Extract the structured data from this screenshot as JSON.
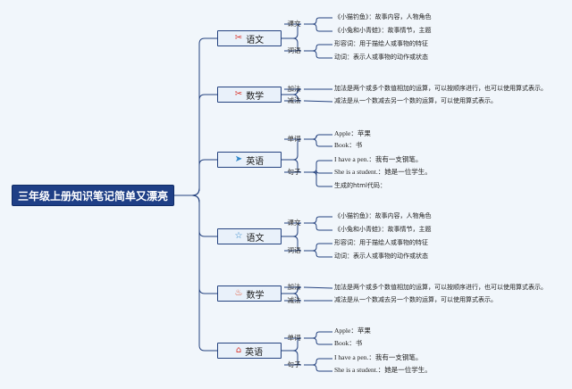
{
  "root": {
    "title": "三年级上册知识笔记简单又漂亮"
  },
  "branches": [
    {
      "label": "语文",
      "icon": "scissors-icon",
      "glyph": "✂",
      "icon_color": "#d9342b",
      "subs": [
        {
          "label": "课文",
          "leaves": [
            "《小猫钓鱼》：故事内容，人物角色",
            "《小兔和小青蛙》：故事情节，主题"
          ]
        },
        {
          "label": "词语",
          "leaves": [
            "形容词：用于描绘人或事物的特征",
            "动词：表示人或事物的动作或状态"
          ]
        }
      ]
    },
    {
      "label": "数学",
      "icon": "scissors-icon",
      "glyph": "✂",
      "icon_color": "#d9342b",
      "subs": [
        {
          "label": "加法",
          "leaves": [
            "加法是两个或多个数值相加的运算，可以按顺序进行，也可以使用算式表示。"
          ]
        },
        {
          "label": "减法",
          "leaves": [
            "减法是从一个数减去另一个数的运算，可以使用算式表示。"
          ]
        }
      ]
    },
    {
      "label": "英语",
      "icon": "paper-plane-icon",
      "glyph": "➤",
      "icon_color": "#2e86c9",
      "subs": [
        {
          "label": "单词",
          "leaves": [
            "Apple：苹果",
            "Book：书"
          ]
        },
        {
          "label": "句子",
          "leaves": [
            "I have a pen.：我有一支钢笔。",
            "She is a student.：她是一位学生。",
            "生成的html代码："
          ]
        }
      ]
    },
    {
      "label": "语文",
      "icon": "star-icon",
      "glyph": "☆",
      "icon_color": "#2e86c9",
      "subs": [
        {
          "label": "课文",
          "leaves": [
            "《小猫钓鱼》：故事内容，人物角色",
            "《小兔和小青蛙》：故事情节，主题"
          ]
        },
        {
          "label": "词语",
          "leaves": [
            "形容词：用于描绘人或事物的特征",
            "动词：表示人或事物的动作或状态"
          ]
        }
      ]
    },
    {
      "label": "数学",
      "icon": "fire-icon",
      "glyph": "♨",
      "icon_color": "#e0421f",
      "subs": [
        {
          "label": "加法",
          "leaves": [
            "加法是两个或多个数值相加的运算，可以按顺序进行，也可以使用算式表示。"
          ]
        },
        {
          "label": "减法",
          "leaves": [
            "减法是从一个数减去另一个数的运算，可以使用算式表示。"
          ]
        }
      ]
    },
    {
      "label": "英语",
      "icon": "home-icon",
      "glyph": "⌂",
      "icon_color": "#d9342b",
      "subs": [
        {
          "label": "单词",
          "leaves": [
            "Apple：苹果",
            "Book：书"
          ]
        },
        {
          "label": "句子",
          "leaves": [
            "I have a pen.：我有一支钢笔。",
            "She is a student.：她是一位学生。"
          ]
        }
      ]
    }
  ],
  "colors": {
    "line": "#24427f",
    "root_bg": "#1f3f86"
  }
}
